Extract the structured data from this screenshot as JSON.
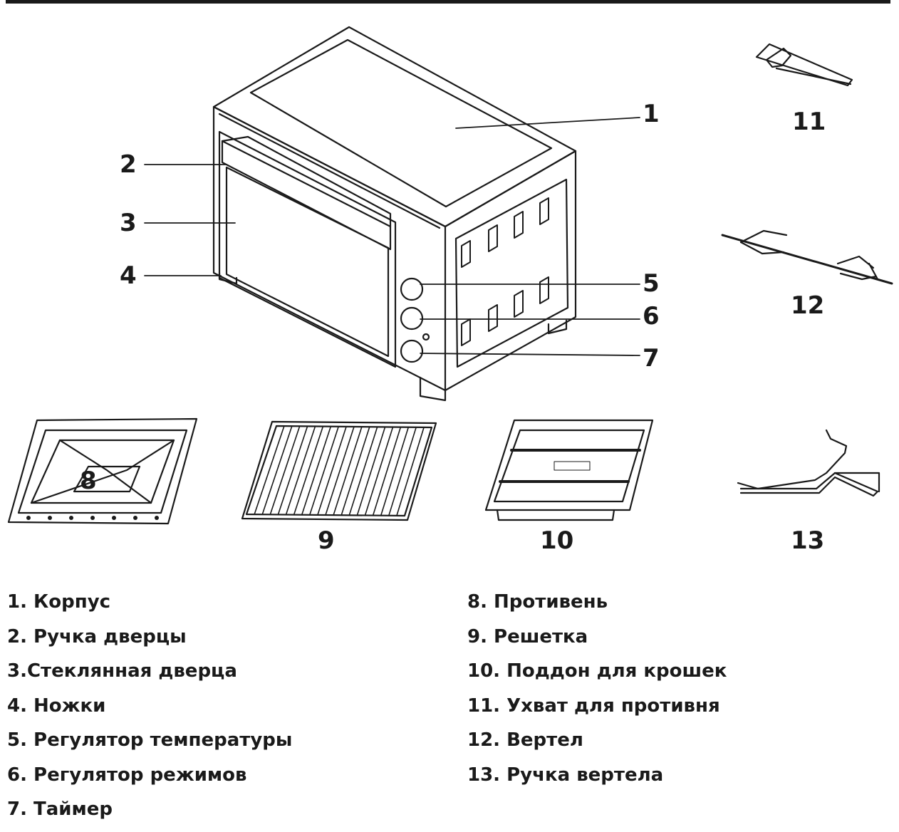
{
  "callouts": {
    "c1": "1",
    "c2": "2",
    "c3": "3",
    "c4": "4",
    "c5": "5",
    "c6": "6",
    "c7": "7",
    "c8": "8",
    "c9": "9",
    "c10": "10",
    "c11": "11",
    "c12": "12",
    "c13": "13"
  },
  "legend": {
    "left": [
      "1. Корпус",
      "2. Ручка дверцы",
      "3.Стеклянная дверца",
      "4. Ножки",
      "5. Регулятор температуры",
      "6. Регулятор режимов",
      "7. Таймер"
    ],
    "right": [
      "8. Противень",
      "9. Решетка",
      "10. Поддон для крошек",
      "11. Ухват для противня",
      "12. Вертел",
      "13. Ручка вертела"
    ]
  },
  "colors": {
    "ink": "#1a1a1a",
    "background": "#ffffff"
  }
}
